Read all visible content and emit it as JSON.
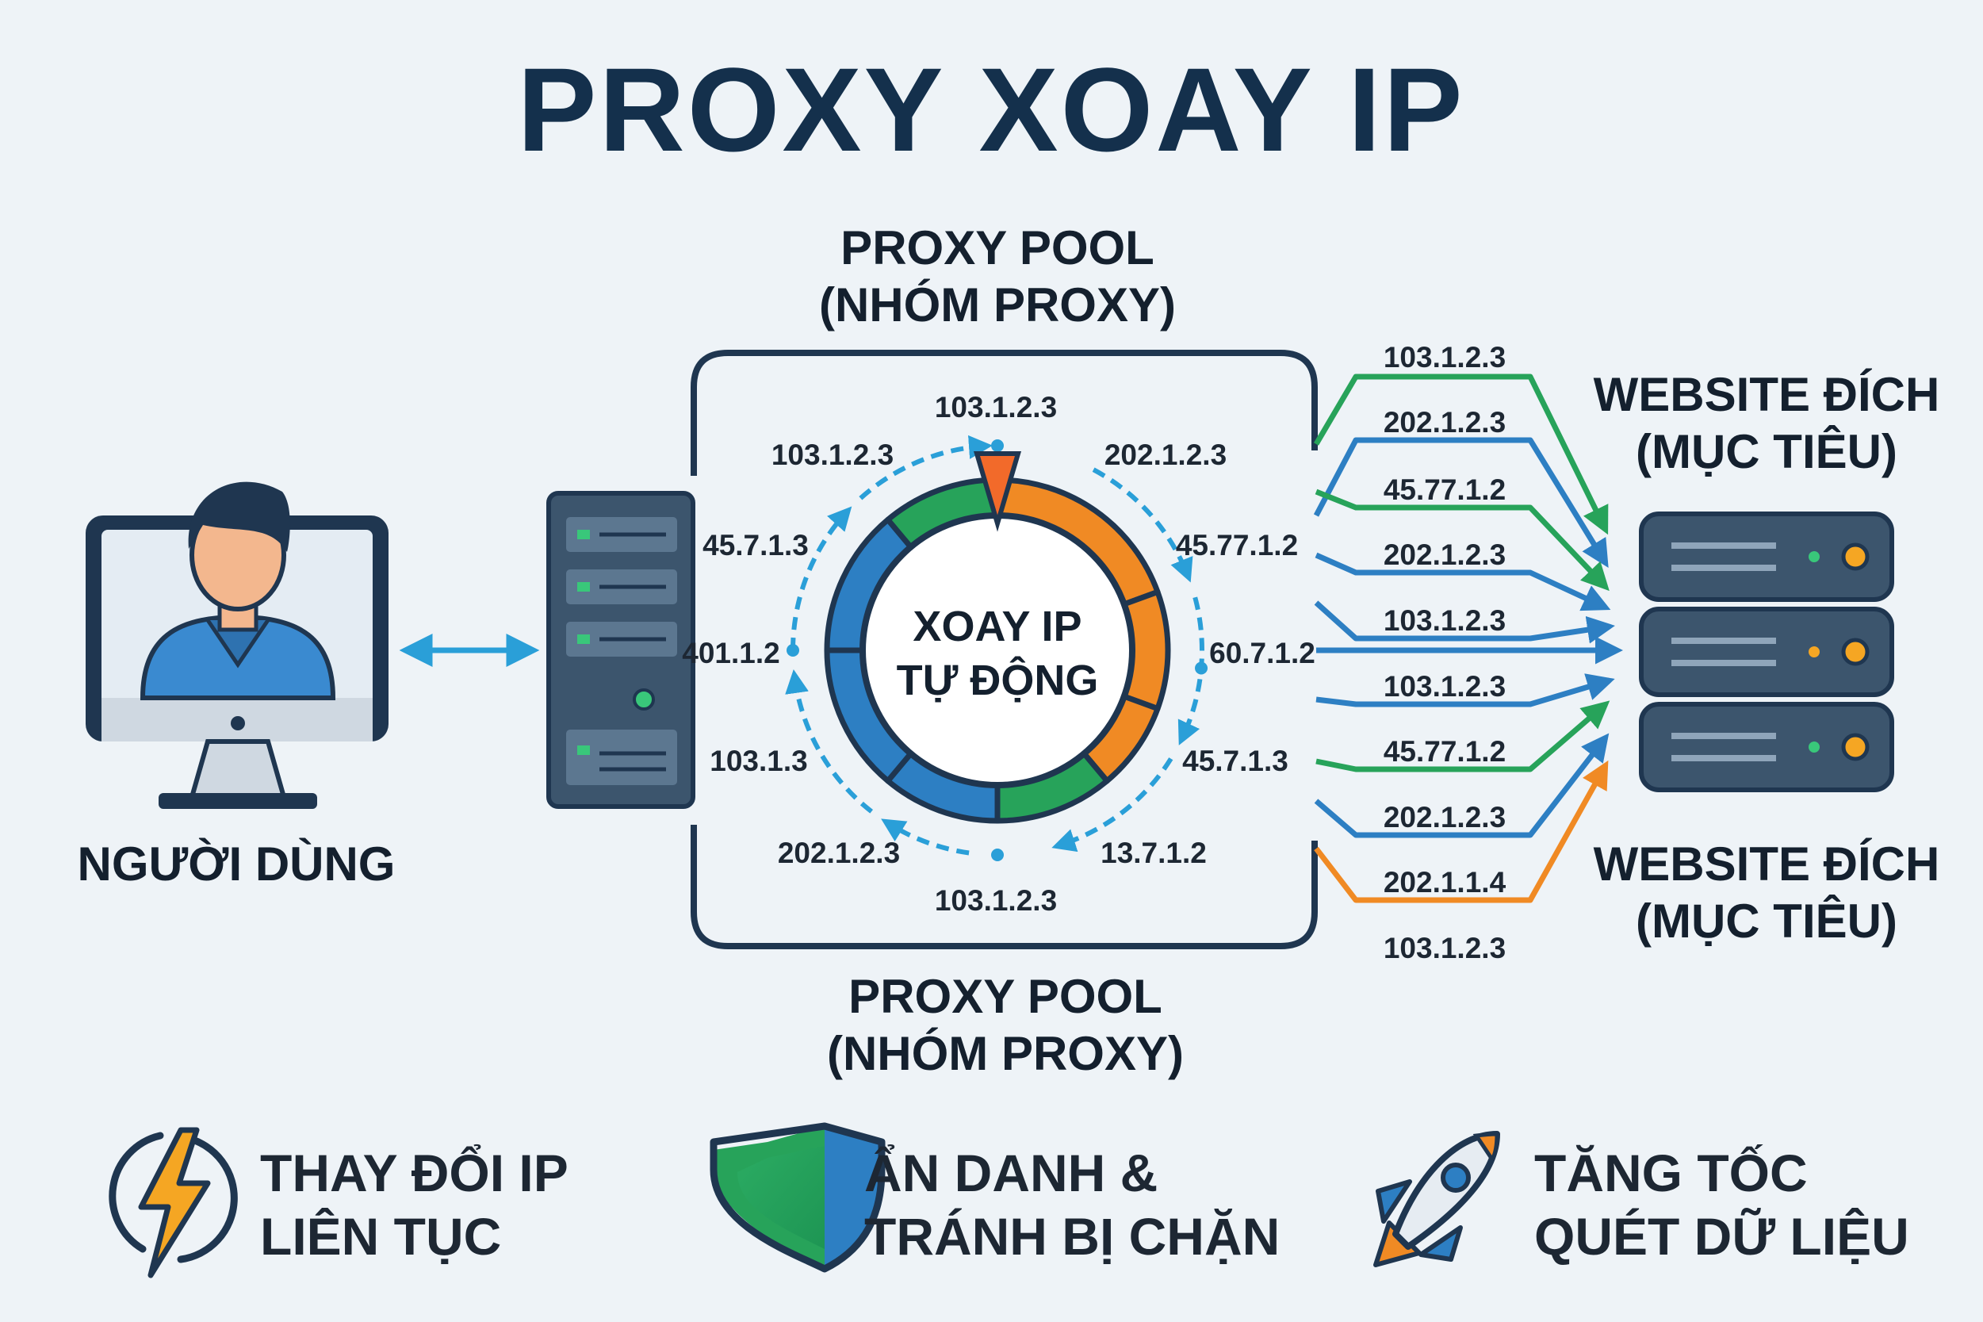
{
  "title": "PROXY XOAY IP",
  "user_label": "NGƯỜI DÙNG",
  "pool_label_top": [
    "PROXY POOL",
    "(NHÓM PROXY)"
  ],
  "pool_label_bottom": [
    "PROXY POOL",
    "(NHÓM PROXY)"
  ],
  "rotator_label": [
    "XOAY IP",
    "TỰ ĐỘNG"
  ],
  "ring_ips": [
    "103.1.2.3",
    "202.1.2.3",
    "45.77.1.2",
    "60.7.1.2",
    "45.7.1.3",
    "13.7.1.2",
    "103.1.2.3",
    "202.1.2.3",
    "103.1.3",
    "401.1.2",
    "45.7.1.3",
    "103.1.2.3"
  ],
  "route_ips": [
    "103.1.2.3",
    "202.1.2.3",
    "45.77.1.2",
    "202.1.2.3",
    "103.1.2.3",
    "103.1.2.3",
    "45.77.1.2",
    "202.1.2.3",
    "202.1.1.4",
    "103.1.2.3"
  ],
  "website_label_top": [
    "WEBSITE ĐÍCH",
    "(MỤC TIÊU)"
  ],
  "website_label_bottom": [
    "WEBSITE ĐÍCH",
    "(MỤC TIÊU)"
  ],
  "features": [
    {
      "icon": "lightning-icon",
      "lines": [
        "THAY ĐỔI IP",
        "LIÊN TỤC"
      ]
    },
    {
      "icon": "shield-icon",
      "lines": [
        "ẨN DANH &",
        "TRÁNH BỊ CHẶN"
      ]
    },
    {
      "icon": "rocket-icon",
      "lines": [
        "TĂNG TỐC",
        "QUÉT DỮ LIỆU"
      ]
    }
  ],
  "colors": {
    "navy": "#16304a",
    "green": "#27a35a",
    "blue": "#2d7fc3",
    "orange": "#f08a24",
    "server": "#3c556d",
    "arrow_blue": "#2a9fd8"
  }
}
